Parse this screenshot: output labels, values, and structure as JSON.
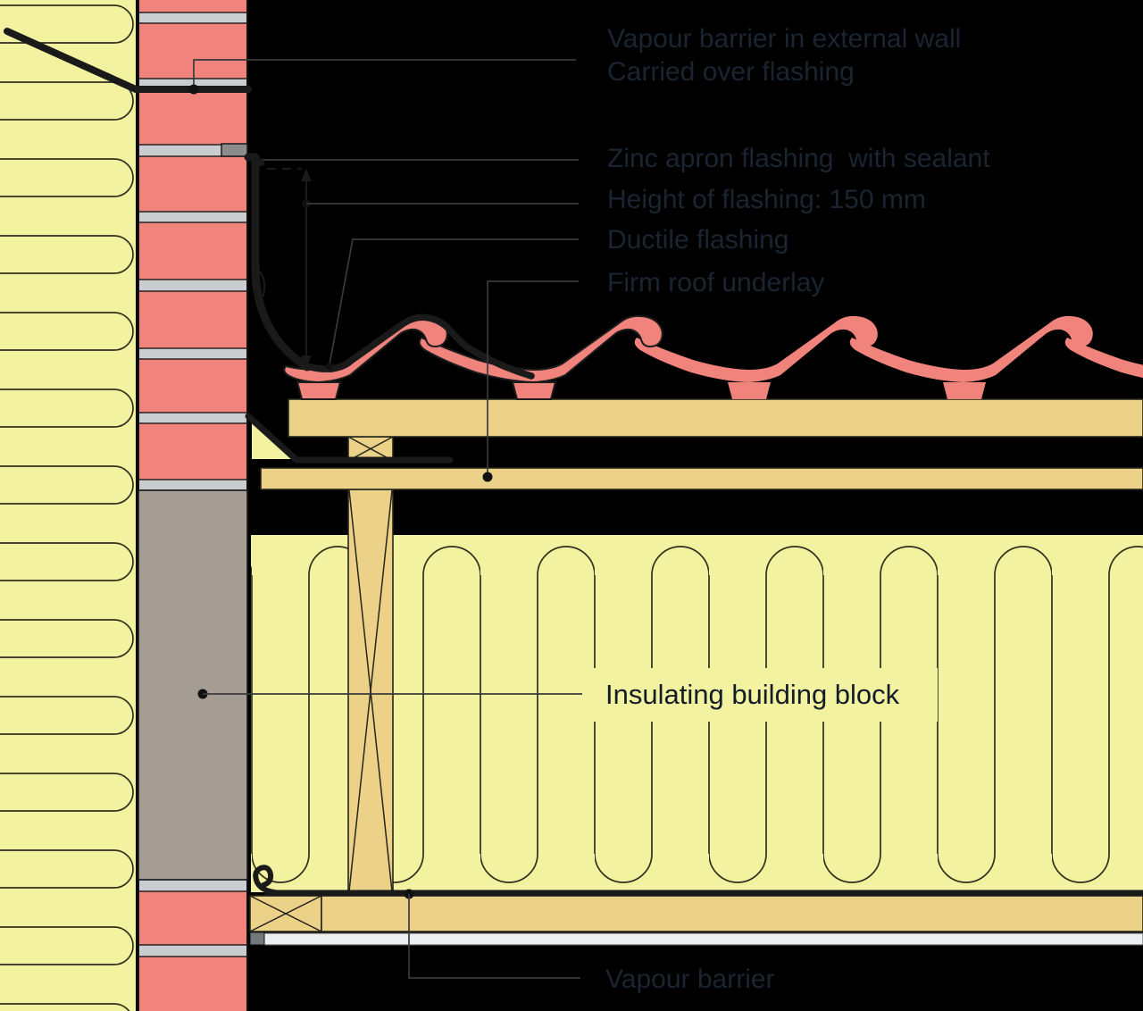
{
  "diagram": {
    "labels": {
      "vapour_wall_line1": "Vapour barrier in external wall",
      "vapour_wall_line2": "Carried over flashing",
      "zinc_apron": "Zinc apron flashing  with sealant",
      "flashing_height": "Height of flashing: 150 mm",
      "ductile_flashing": "Ductile flashing",
      "roof_underlay": "Firm roof underlay",
      "insulating_block": "Insulating building block",
      "vapour_barrier": "Vapour barrier"
    },
    "dimensions": {
      "flashing_height_mm": "150 mm"
    },
    "colors": {
      "background": "#000000",
      "insulation": "#f2f2a0",
      "brick": "#f0837b",
      "mortar": "#c9cdd0",
      "block": "#a59c93",
      "timber": "#ecd189",
      "zinc": "#8c8c8c",
      "line": "#1a1a1a",
      "label": "#1b2531"
    }
  }
}
